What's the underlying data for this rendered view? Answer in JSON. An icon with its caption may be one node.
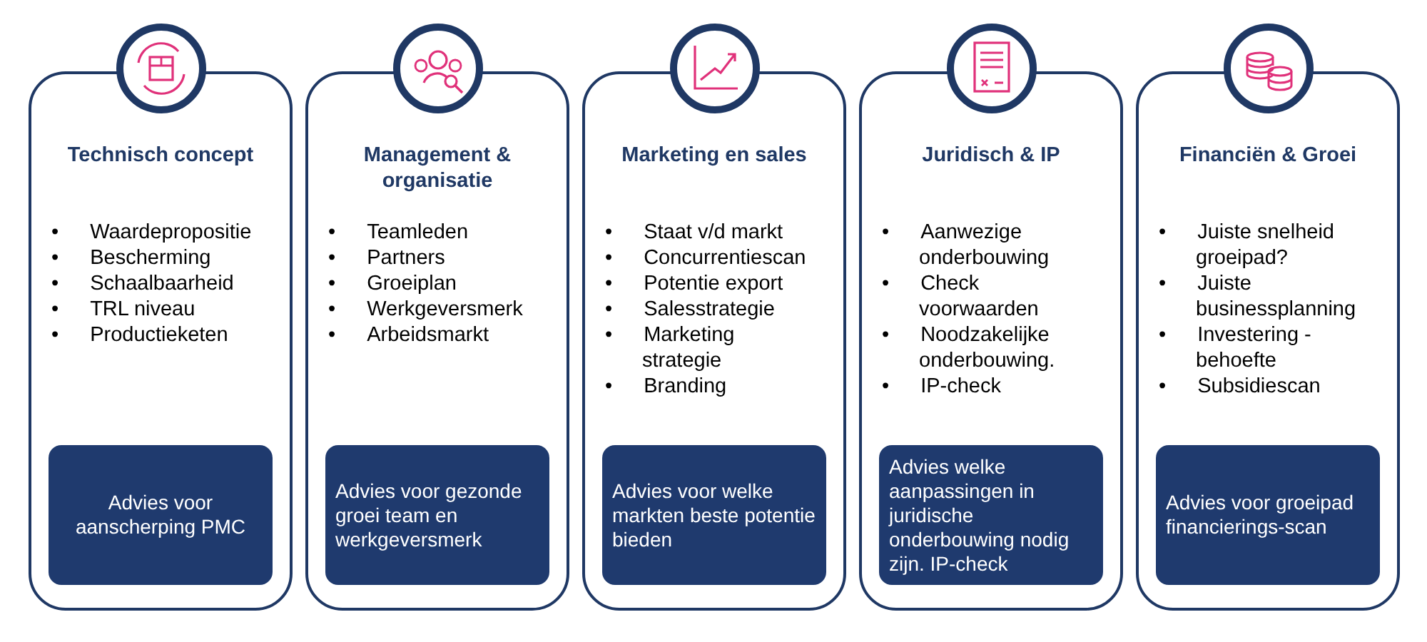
{
  "diagram": {
    "nodes": [
      {
        "text": [
          "Technisch concept",
          "• Waardepropositie",
          "• Bescherming",
          "• Schaalbaarheid",
          "• TRL niveau",
          "• Productieketen"
        ]
      },
      {
        "text": [
          "Advies voor aanscherping PMC"
        ],
        "in": 0
      },
      {
        "text": [
          "Management & organisatie",
          "• Teamleden",
          "• Partners",
          "• Groeiplan",
          "• Werkgeversmerk",
          "• Arbeidsmarkt"
        ]
      },
      {
        "text": [
          "Advies voor gezonde groei team en werkgeversmerk"
        ],
        "in": 2
      },
      {
        "text": [
          "Marketing en sales",
          "• Staat v/d markt",
          "• Concurrentiescan",
          "• Potentie export",
          "• Salesstrategie",
          "• Marketing strategie",
          "• Branding"
        ]
      },
      {
        "text": [
          "Advies voor welke markten beste potentie bieden"
        ],
        "in": 4
      },
      {
        "text": [
          "Juridisch & IP",
          "• Aanwezige onderbouwing",
          "• Check voorwaarden",
          "• Noodzakelijke onderbouwing.",
          "• IP-check"
        ]
      },
      {
        "text": [
          "Advies welke aanpassingen in juridische onderbouwing nodig zijn. IP-check"
        ],
        "in": 6
      },
      {
        "text": [
          "Financiën & Groei",
          "• Juiste snelheid groeipad?",
          "• Juiste businessplanning",
          "• Investering - behoefte",
          "• Subsidiescan"
        ]
      },
      {
        "text": [
          "Advies voor groeipad financierings-scan"
        ],
        "in": 8
      }
    ],
    "edges": []
  }
}
